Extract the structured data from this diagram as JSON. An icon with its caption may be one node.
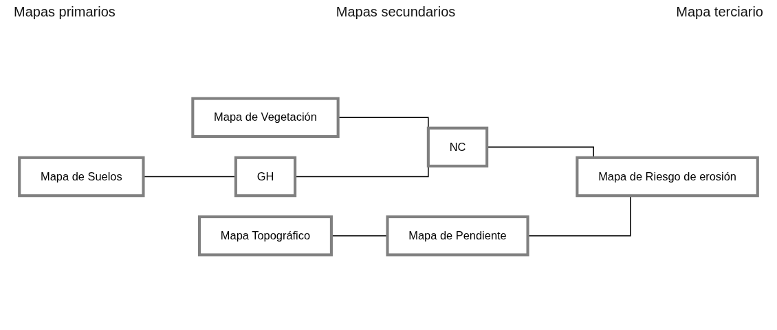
{
  "diagram": {
    "nodes": [
      {
        "text": [
          "Mapa de Vegetación"
        ]
      },
      {
        "text": [
          "NC"
        ]
      },
      {
        "text": [
          "Mapa de Suelos"
        ]
      },
      {
        "text": [
          "GH"
        ]
      },
      {
        "text": [
          "Mapa de Riesgo de erosión"
        ]
      },
      {
        "text": [
          "Mapa Topográfico"
        ]
      },
      {
        "text": [
          "Mapa de Pendiente"
        ]
      }
    ],
    "edges": [
      {
        "from": 0,
        "to": 1,
        "arrow": "none"
      },
      {
        "from": 2,
        "to": 3,
        "arrow": "none"
      },
      {
        "from": 3,
        "to": 1,
        "arrow": "none"
      },
      {
        "from": 1,
        "to": 4,
        "arrow": "none"
      },
      {
        "from": 5,
        "to": 6,
        "arrow": "none"
      },
      {
        "from": 6,
        "to": 4,
        "arrow": "none"
      }
    ],
    "labels": [
      "Mapas primarios",
      "Mapas secundarios",
      "Mapa terciario"
    ]
  }
}
